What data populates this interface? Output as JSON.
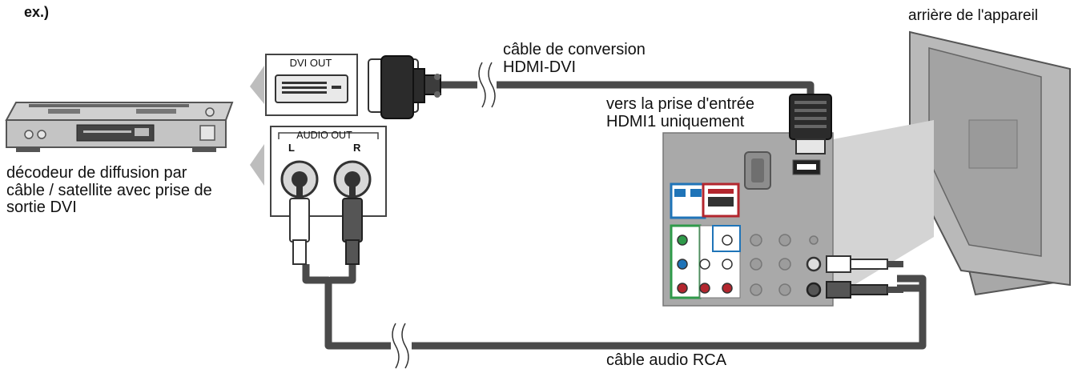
{
  "labels": {
    "example": "ex.)",
    "device_back": "arrière de l'appareil",
    "conversion_cable": [
      "câble de conversion",
      "HDMI-DVI"
    ],
    "hdmi_input": [
      "vers la prise d'entrée",
      "HDMI1 uniquement"
    ],
    "decoder": [
      "décodeur de diffusion par",
      "câble / satellite avec prise de",
      "sortie DVI"
    ],
    "rca_cable": "câble audio RCA"
  },
  "ports": {
    "dvi_out": "DVI OUT",
    "audio_out": "AUDIO OUT",
    "left": "L",
    "right": "R"
  },
  "colors": {
    "cable": "#4a4a4a",
    "device_grey": "#b8b8b8",
    "panel_grey": "#a9a9a9",
    "tv_grey": "#bcbcbc",
    "jack_green": "#2f9a4a",
    "jack_blue": "#1f74b8",
    "jack_red": "#b3262e"
  }
}
